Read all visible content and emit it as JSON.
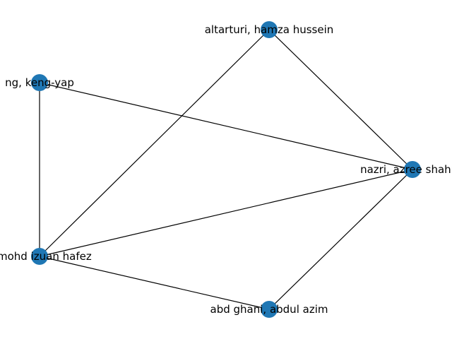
{
  "graph": {
    "node_color": "#1f77b4",
    "edge_color": "#000000",
    "nodes": [
      {
        "id": "n1",
        "label": "altarturi, hamza hussein"
      },
      {
        "id": "n2",
        "label": "ng, keng-yap"
      },
      {
        "id": "n3",
        "label": "nazri, azree shahrel"
      },
      {
        "id": "n4",
        "label": "l, mohd izuan hafez"
      },
      {
        "id": "n5",
        "label": "abd ghani, abdul azim"
      }
    ],
    "edges": [
      {
        "source": "n1",
        "target": "n3"
      },
      {
        "source": "n1",
        "target": "n4"
      },
      {
        "source": "n2",
        "target": "n3"
      },
      {
        "source": "n2",
        "target": "n4"
      },
      {
        "source": "n3",
        "target": "n4"
      },
      {
        "source": "n3",
        "target": "n5"
      },
      {
        "source": "n4",
        "target": "n5"
      }
    ]
  }
}
